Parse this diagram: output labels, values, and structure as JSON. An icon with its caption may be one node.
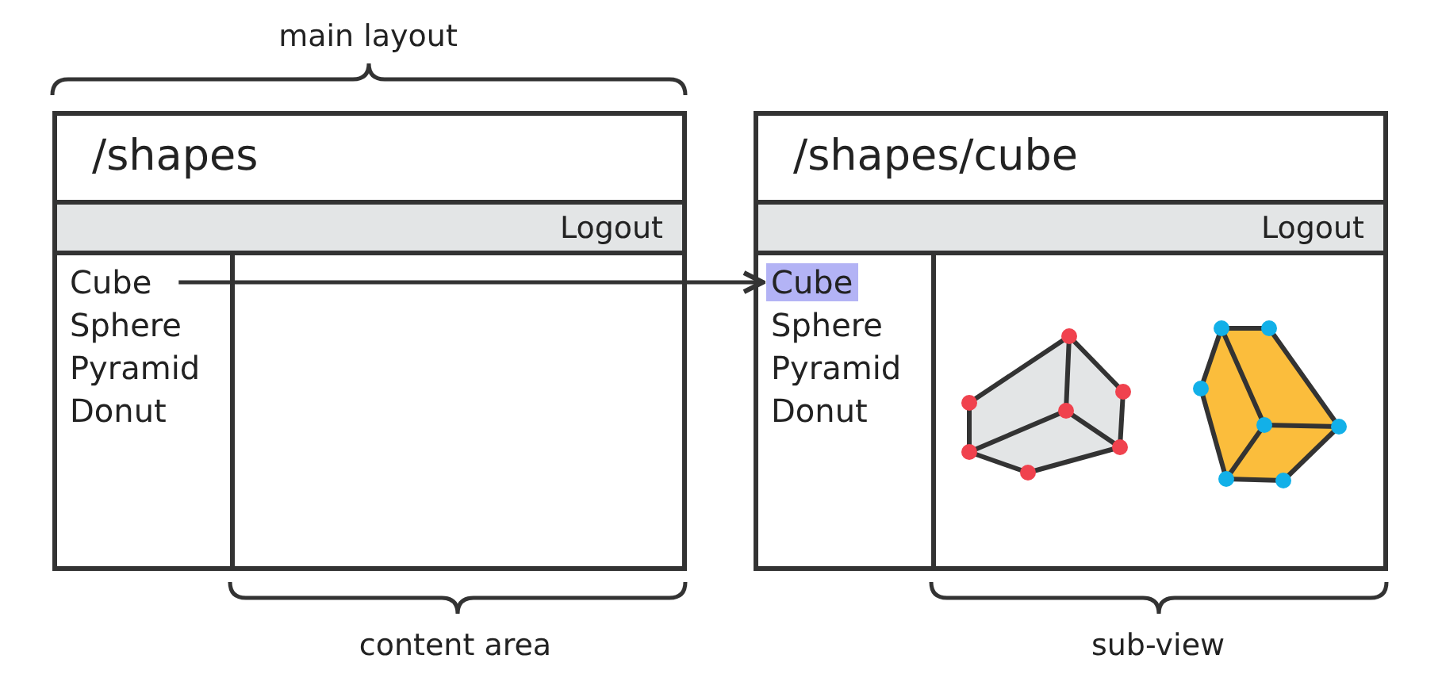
{
  "diagram": {
    "nodes": [
      {
        "text": [
          "/shapes"
        ]
      },
      {
        "text": [
          "Logout"
        ],
        "in": 0
      },
      {
        "text": [],
        "shape": "box",
        "in": 0
      },
      {
        "text": [
          "Cube"
        ],
        "in": 2
      },
      {
        "text": [
          "Sphere"
        ],
        "in": 2
      },
      {
        "text": [
          "Pyramid"
        ],
        "in": 2
      },
      {
        "text": [
          "Donut"
        ],
        "in": 2
      },
      {
        "text": [
          "/shapes/cube"
        ]
      },
      {
        "text": [
          "Logout"
        ],
        "in": 7
      },
      {
        "text": [],
        "shape": "box",
        "in": 7
      },
      {
        "text": [
          "Cube"
        ],
        "in": 9
      },
      {
        "text": [
          "Sphere"
        ],
        "in": 9
      },
      {
        "text": [
          "Pyramid"
        ],
        "in": 9
      },
      {
        "text": [
          "Donut"
        ],
        "in": 9
      }
    ],
    "edges": [
      {
        "from": 3,
        "to": 10,
        "arrow": "to"
      }
    ],
    "labels": [
      "main layout",
      "content area",
      "sub-view"
    ]
  }
}
